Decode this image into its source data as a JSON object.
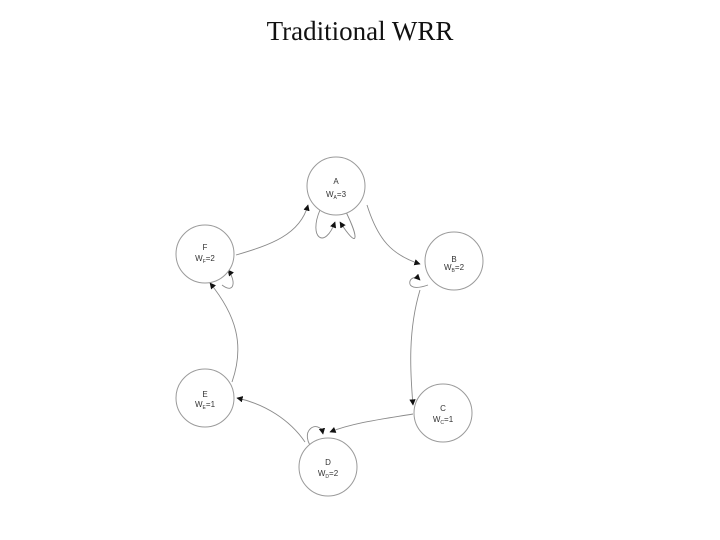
{
  "title": "Traditional WRR",
  "nodes": [
    {
      "id": "A",
      "label": "A",
      "weight_var": "W",
      "weight_sub": "A",
      "weight_val": "=3"
    },
    {
      "id": "B",
      "label": "B",
      "weight_var": "W",
      "weight_sub": "B",
      "weight_val": "=2"
    },
    {
      "id": "C",
      "label": "C",
      "weight_var": "W",
      "weight_sub": "C",
      "weight_val": "=1"
    },
    {
      "id": "D",
      "label": "D",
      "weight_var": "W",
      "weight_sub": "D",
      "weight_val": "=2"
    },
    {
      "id": "E",
      "label": "E",
      "weight_var": "W",
      "weight_sub": "E",
      "weight_val": "=1"
    },
    {
      "id": "F",
      "label": "F",
      "weight_var": "W",
      "weight_sub": "F",
      "weight_val": "=2"
    }
  ],
  "edges": [
    {
      "from": "A",
      "to": "B"
    },
    {
      "from": "B",
      "to": "C"
    },
    {
      "from": "C",
      "to": "D"
    },
    {
      "from": "D",
      "to": "E"
    },
    {
      "from": "E",
      "to": "F"
    },
    {
      "from": "F",
      "to": "A"
    }
  ],
  "self_loops": [
    {
      "node": "A",
      "count": 2
    },
    {
      "node": "B",
      "count": 1
    },
    {
      "node": "D",
      "count": 1
    },
    {
      "node": "F",
      "count": 1
    }
  ]
}
